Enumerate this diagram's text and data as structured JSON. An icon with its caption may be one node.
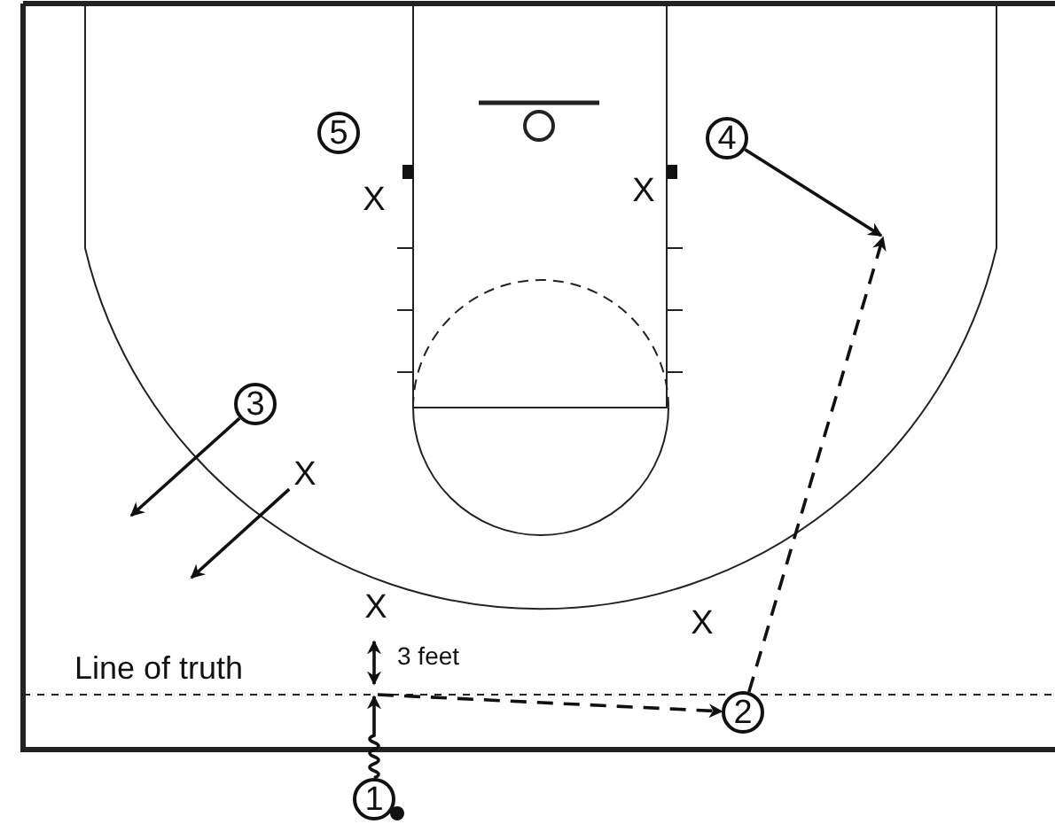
{
  "diagram": {
    "nodes": [
      {
        "text": [
          "1"
        ]
      },
      {
        "text": [
          "2"
        ]
      },
      {
        "text": [
          "3"
        ]
      },
      {
        "text": [
          "4"
        ]
      },
      {
        "text": [
          "5"
        ]
      },
      {
        "text": [
          "X"
        ]
      }
    ],
    "edges": [
      {
        "from": 0,
        "to": null,
        "arrow": "to"
      },
      {
        "from": null,
        "to": 1,
        "arrow": "to",
        "style": "dashed"
      },
      {
        "from": 1,
        "to": null,
        "arrow": "to",
        "style": "dashed"
      },
      {
        "from": 3,
        "to": null,
        "arrow": "to"
      },
      {
        "from": 2,
        "to": null,
        "arrow": "to"
      },
      {
        "from": 5,
        "to": null,
        "arrow": "to"
      }
    ],
    "labels": [
      "X",
      "X",
      "X",
      "X",
      "Line of truth",
      "3 feet"
    ]
  }
}
